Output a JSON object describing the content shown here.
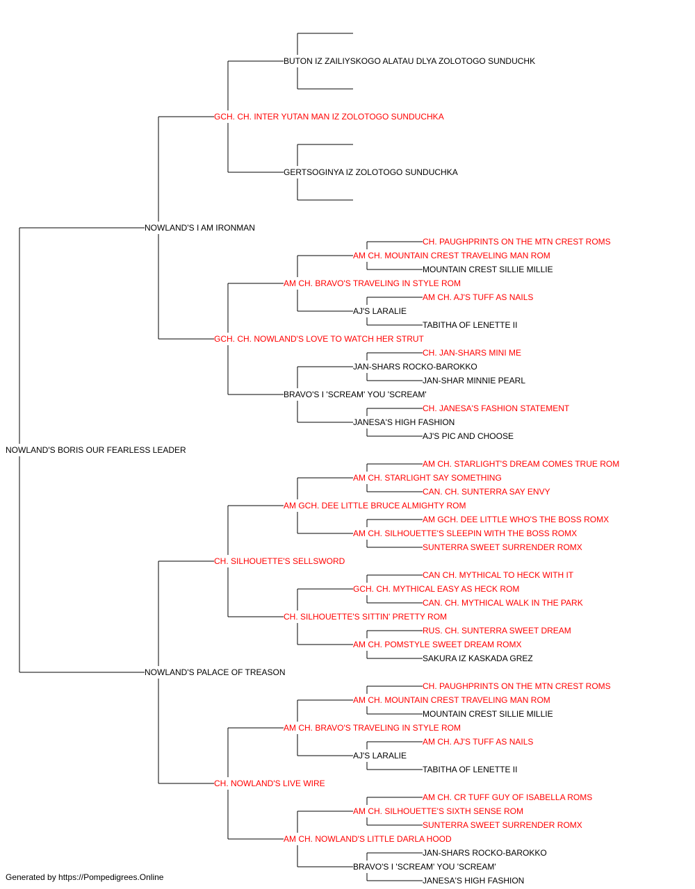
{
  "colors": {
    "champion": "#ff0000",
    "regular": "#000000",
    "line": "#000000"
  },
  "subject": {
    "name": "NOWLAND'S BORIS OUR FEARLESS LEADER",
    "ch": false
  },
  "ancestors": {
    "s": {
      "name": "NOWLAND'S I AM IRONMAN",
      "ch": false
    },
    "d": {
      "name": "NOWLAND'S PALACE OF TREASON",
      "ch": false
    },
    "ss": {
      "name": "GCH. CH. INTER YUTAN MAN IZ ZOLOTOGO SUNDUCHKA",
      "ch": true
    },
    "sd": {
      "name": "GCH. CH. NOWLAND'S LOVE TO WATCH HER STRUT",
      "ch": true
    },
    "ds": {
      "name": "CH. SILHOUETTE'S SELLSWORD",
      "ch": true
    },
    "dd": {
      "name": "CH. NOWLAND'S LIVE WIRE",
      "ch": true
    },
    "sss": {
      "name": "BUTON IZ ZAILIYSKOGO ALATAU DLYA ZOLOTOGO SUNDUCHK",
      "ch": false
    },
    "ssd": {
      "name": "GERTSOGINYA IZ ZOLOTOGO SUNDUCHKA",
      "ch": false
    },
    "sds": {
      "name": "AM CH. BRAVO'S TRAVELING IN STYLE ROM",
      "ch": true
    },
    "sdd": {
      "name": "BRAVO'S I 'SCREAM' YOU 'SCREAM'",
      "ch": false
    },
    "dss": {
      "name": "AM GCH. DEE LITTLE BRUCE ALMIGHTY ROM",
      "ch": true
    },
    "dsd": {
      "name": "CH. SILHOUETTE'S SITTIN' PRETTY ROM",
      "ch": true
    },
    "dds": {
      "name": "AM CH. BRAVO'S TRAVELING IN STYLE ROM",
      "ch": true
    },
    "ddd": {
      "name": "AM CH. NOWLAND'S LITTLE DARLA HOOD",
      "ch": true
    },
    "sdss": {
      "name": "AM CH. MOUNTAIN CREST TRAVELING MAN ROM",
      "ch": true
    },
    "sdsd": {
      "name": "AJ'S LARALIE",
      "ch": false
    },
    "sdds": {
      "name": "JAN-SHARS ROCKO-BAROKKO",
      "ch": false
    },
    "sddd": {
      "name": "JANESA'S HIGH FASHION",
      "ch": false
    },
    "dsss": {
      "name": "AM CH. STARLIGHT SAY SOMETHING",
      "ch": true
    },
    "dssd": {
      "name": "AM CH. SILHOUETTE'S SLEEPIN WITH THE BOSS ROMX",
      "ch": true
    },
    "dsds": {
      "name": "GCH. CH. MYTHICAL EASY AS HECK ROM",
      "ch": true
    },
    "dsdd": {
      "name": "AM CH. POMSTYLE SWEET DREAM ROMX",
      "ch": true
    },
    "ddss": {
      "name": "AM CH. MOUNTAIN CREST TRAVELING MAN ROM",
      "ch": true
    },
    "ddsd": {
      "name": "AJ'S LARALIE",
      "ch": false
    },
    "ddds": {
      "name": "AM CH. SILHOUETTE'S SIXTH SENSE ROM",
      "ch": true
    },
    "dddd": {
      "name": "BRAVO'S I 'SCREAM' YOU 'SCREAM'",
      "ch": false
    },
    "sdsss": {
      "name": "CH. PAUGHPRINTS ON THE MTN CREST ROMS",
      "ch": true
    },
    "sdssd": {
      "name": "MOUNTAIN CREST SILLIE MILLIE",
      "ch": false
    },
    "sdsds": {
      "name": "AM CH. AJ'S TUFF AS NAILS",
      "ch": true
    },
    "sdsdd": {
      "name": "TABITHA OF LENETTE II",
      "ch": false
    },
    "sddss": {
      "name": "CH. JAN-SHARS MINI ME",
      "ch": true
    },
    "sddsd": {
      "name": "JAN-SHAR MINNIE PEARL",
      "ch": false
    },
    "sddds": {
      "name": "CH. JANESA'S FASHION STATEMENT",
      "ch": true
    },
    "sdddd": {
      "name": "AJ'S PIC AND CHOOSE",
      "ch": false
    },
    "dssss": {
      "name": "AM CH. STARLIGHT'S DREAM COMES TRUE ROM",
      "ch": true
    },
    "dsssd": {
      "name": "CAN. CH. SUNTERRA SAY ENVY",
      "ch": true
    },
    "dssds": {
      "name": "AM GCH. DEE LITTLE WHO'S THE BOSS ROMX",
      "ch": true
    },
    "dssdd": {
      "name": "SUNTERRA SWEET SURRENDER ROMX",
      "ch": true
    },
    "dsdss": {
      "name": "CAN CH. MYTHICAL TO HECK WITH IT",
      "ch": true
    },
    "dsdsd": {
      "name": "CAN. CH. MYTHICAL WALK IN THE PARK",
      "ch": true
    },
    "dsdds": {
      "name": "RUS. CH. SUNTERRA SWEET DREAM",
      "ch": true
    },
    "dsddd": {
      "name": "SAKURA IZ KASKADA GREZ",
      "ch": false
    },
    "ddsss": {
      "name": "CH. PAUGHPRINTS ON THE MTN CREST ROMS",
      "ch": true
    },
    "ddssd": {
      "name": "MOUNTAIN CREST SILLIE MILLIE",
      "ch": false
    },
    "ddsds": {
      "name": "AM CH. AJ'S TUFF AS NAILS",
      "ch": true
    },
    "ddsdd": {
      "name": "TABITHA OF LENETTE II",
      "ch": false
    },
    "dddss": {
      "name": "AM CH. CR TUFF GUY OF ISABELLA ROMS",
      "ch": true
    },
    "dddsd": {
      "name": "SUNTERRA SWEET SURRENDER ROMX",
      "ch": true
    },
    "dddds": {
      "name": "JAN-SHARS ROCKO-BAROKKO",
      "ch": false
    },
    "ddddd": {
      "name": "JANESA'S HIGH FASHION",
      "ch": false
    }
  },
  "footer": "Generated by https://Pompedigrees.Online"
}
